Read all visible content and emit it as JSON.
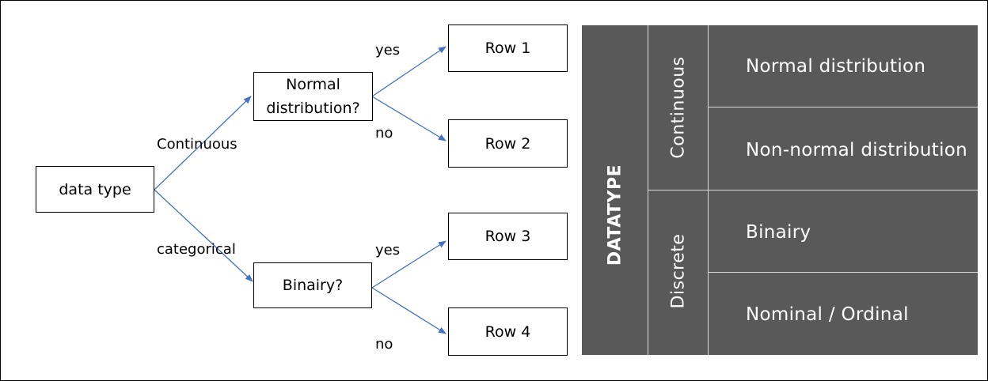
{
  "flowchart": {
    "root": "data type",
    "edges": {
      "continuous": "Continuous",
      "categorical": "categorical",
      "yes_top": "yes",
      "no_top": "no",
      "yes_bottom": "yes",
      "no_bottom": "no"
    },
    "decision_normal": {
      "line1": "Normal",
      "line2": "distribution?"
    },
    "decision_binairy": "Binairy?",
    "rows": [
      "Row 1",
      "Row 2",
      "Row 3",
      "Row 4"
    ],
    "arrow_color": "#4472c4"
  },
  "datatype_table": {
    "header": "DATATYPE",
    "groups": [
      "Continuous",
      "Discrete"
    ],
    "rows": [
      "Normal distribution",
      "Non-normal distribution",
      "Binairy",
      "Nominal / Ordinal"
    ],
    "background": "#595959",
    "text_color": "#ffffff"
  }
}
